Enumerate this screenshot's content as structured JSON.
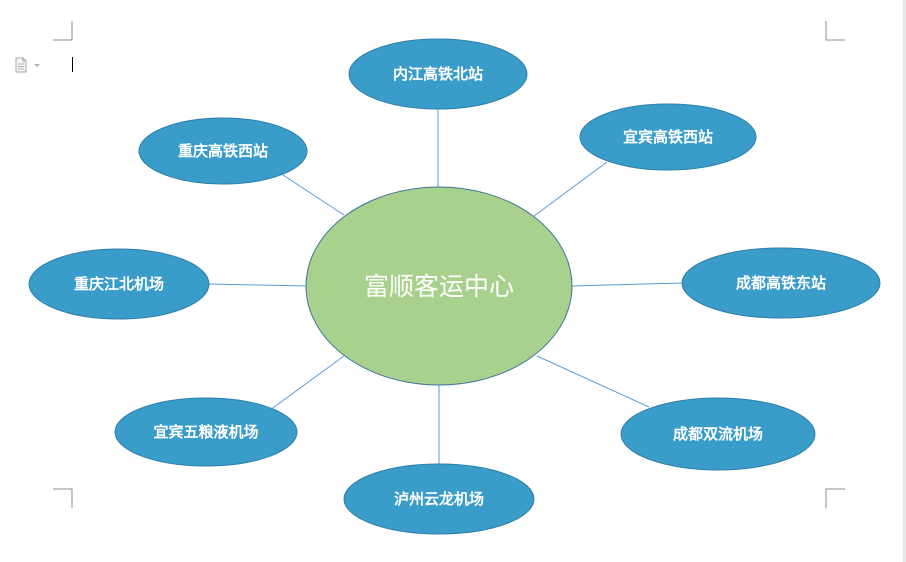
{
  "center": {
    "label": "富顺客运中心",
    "color": "#a9d18e"
  },
  "nodes": [
    {
      "id": "neijiang-north",
      "label": "内江高铁北站"
    },
    {
      "id": "yibin-west",
      "label": "宜宾高铁西站"
    },
    {
      "id": "chengdu-east",
      "label": "成都高铁东站"
    },
    {
      "id": "chengdu-shuangliu",
      "label": "成都双流机场"
    },
    {
      "id": "luzhou-yunlong",
      "label": "泸州云龙机场"
    },
    {
      "id": "yibin-wuliangye",
      "label": "宜宾五粮液机场"
    },
    {
      "id": "chongqing-jiangbei",
      "label": "重庆江北机场"
    },
    {
      "id": "chongqing-west",
      "label": "重庆高铁西站"
    }
  ],
  "colors": {
    "node_fill": "#3a9cc9",
    "node_stroke": "#2e7fa8",
    "connector": "#5b9bd5",
    "center_stroke": "#41719c"
  },
  "icons": {
    "doc": "document-icon",
    "dropdown": "dropdown-arrow-icon"
  }
}
